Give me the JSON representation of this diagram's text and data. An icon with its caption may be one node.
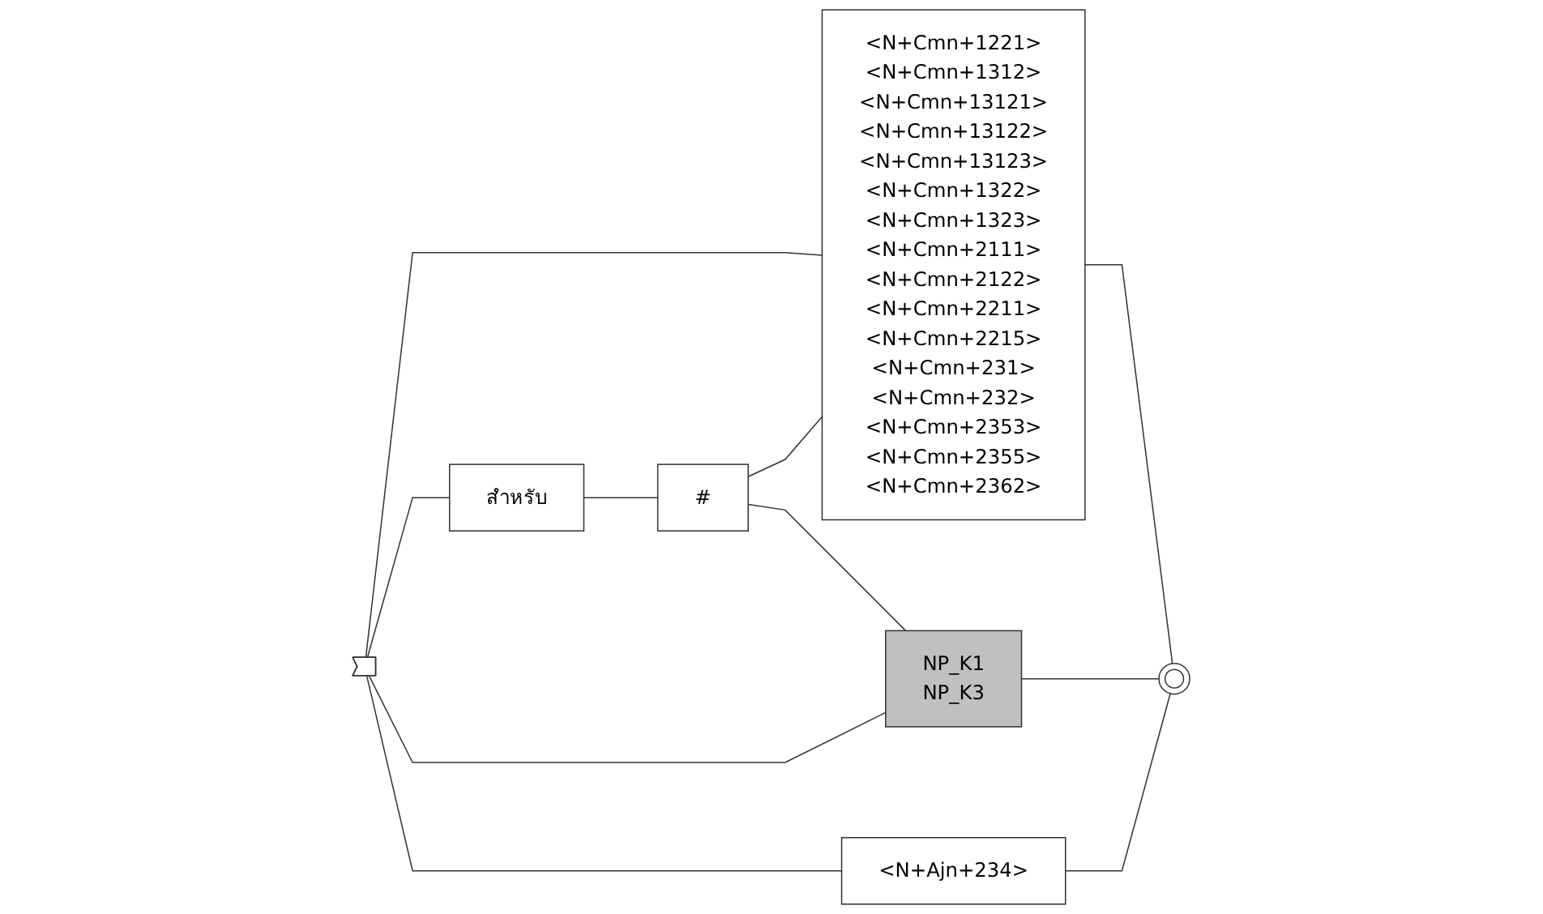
{
  "diagram": {
    "nodes": [
      {
        "text": [],
        "shape": "triangle"
      },
      {
        "text": [
          "<N+Cmn+1221>",
          "<N+Cmn+1312>",
          "<N+Cmn+13121>",
          "<N+Cmn+13122>",
          "<N+Cmn+13123>",
          "<N+Cmn+1322>",
          "<N+Cmn+1323>",
          "<N+Cmn+2111>",
          "<N+Cmn+2122>",
          "<N+Cmn+2211>",
          "<N+Cmn+2215>",
          "<N+Cmn+231>",
          "<N+Cmn+232>",
          "<N+Cmn+2353>",
          "<N+Cmn+2355>",
          "<N+Cmn+2362>"
        ]
      },
      {
        "text": [
          "สำหรับ"
        ]
      },
      {
        "text": [
          "#"
        ]
      },
      {
        "text": [
          "NP_K1",
          "NP_K3"
        ]
      },
      {
        "text": [
          "<N+Ajn+234>"
        ]
      },
      {
        "text": [],
        "shape": "circle"
      }
    ],
    "edges": [
      {
        "from": 0,
        "to": 1,
        "arrow": "none"
      },
      {
        "from": 0,
        "to": 2,
        "arrow": "none"
      },
      {
        "from": 0,
        "to": 4,
        "arrow": "none"
      },
      {
        "from": 0,
        "to": 5,
        "arrow": "none"
      },
      {
        "from": 2,
        "to": 3,
        "arrow": "none"
      },
      {
        "from": 3,
        "to": 1,
        "arrow": "none"
      },
      {
        "from": 3,
        "to": 4,
        "arrow": "none"
      },
      {
        "from": 1,
        "to": 6,
        "arrow": "none"
      },
      {
        "from": 4,
        "to": 6,
        "arrow": "none"
      },
      {
        "from": 5,
        "to": 6,
        "arrow": "none"
      }
    ]
  }
}
